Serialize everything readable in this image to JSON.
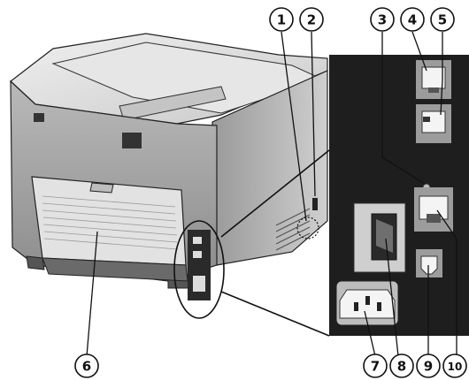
{
  "diagram": {
    "callouts": [
      {
        "id": 1,
        "label": "1"
      },
      {
        "id": 2,
        "label": "2"
      },
      {
        "id": 3,
        "label": "3"
      },
      {
        "id": 4,
        "label": "4"
      },
      {
        "id": 5,
        "label": "5"
      },
      {
        "id": 6,
        "label": "6"
      },
      {
        "id": 7,
        "label": "7"
      },
      {
        "id": 8,
        "label": "8"
      },
      {
        "id": 9,
        "label": "9"
      },
      {
        "id": 10,
        "label": "10"
      }
    ],
    "colors": {
      "body_light": "#dcdcdc",
      "body_mid": "#b4b4b4",
      "body_dark": "#7d7d7d",
      "panel_black": "#1e1e1e",
      "outline": "#111111",
      "callout_stroke": "#111111"
    }
  }
}
